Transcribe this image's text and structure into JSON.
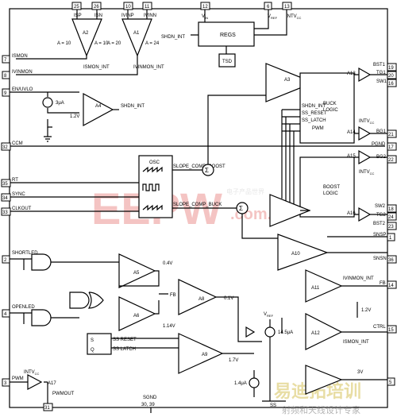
{
  "pins": {
    "p25": "25",
    "p26": "26",
    "p10": "10",
    "p11": "11",
    "p12": "12",
    "p6": "6",
    "p13": "13",
    "p7": "7",
    "p8": "8",
    "p9": "9",
    "p32": "32",
    "p35": "35",
    "p34": "34",
    "p33": "33",
    "p2": "2",
    "p4": "4",
    "p3": "3",
    "p31": "31",
    "p19": "19",
    "p20": "20",
    "p16": "16",
    "p21": "21",
    "p17": "17",
    "p22": "22",
    "p18": "18",
    "p24": "24",
    "p23": "23",
    "p1": "1",
    "p14": "14",
    "p15": "15",
    "p5": "5",
    "p36": "36",
    "p30_39": "30, 39"
  },
  "labels": {
    "isp": "ISP",
    "isn": "ISN",
    "ivinp": "IVINP",
    "ivinn": "IVINN",
    "vin": "V",
    "vin_sub": "IN",
    "vref": "V",
    "vref_sub": "REF",
    "intvcc": "INTV",
    "intvcc_sub": "CC",
    "a2": "A2",
    "a2_gain1": "A = 10",
    "a2_gain2": "A = 10",
    "a1": "A1",
    "a1_gain1": "A = 20",
    "a1_gain2": "A = 24",
    "ismon_int": "ISMON_INT",
    "ivinmon_int": "IVINMON_INT",
    "shdn_int": "SHDN_INT",
    "regs": "REGS",
    "tsd": "TSD",
    "ismon": "ISMON",
    "ivinmon": "IVINMON",
    "en_uvlo": "EN/UVLO",
    "i3ua": "3μA",
    "v12": "1.2V",
    "a4": "A4",
    "a4_out": "SHDN_INT",
    "a3": "A3",
    "ccm": "CCM",
    "rt": "RT",
    "sync": "SYNC",
    "clkout": "CLKOUT",
    "osc": "OSC",
    "slope_boost": "SLOPE_COMP_BOOST",
    "slope_buck": "SLOPE_COMP_BUCK",
    "buck_logic1": "BUCK",
    "buck_logic2": "LOGIC",
    "boost_logic1": "BOOST",
    "boost_logic2": "LOGIC",
    "shdn_int2": "SHDN_INT",
    "ss_reset": "SS_RESET",
    "ss_latch": "SS_LATCH",
    "pwm_sig": "PWM",
    "a13": "A13",
    "a14": "A14",
    "a15": "A15",
    "a16": "A16",
    "bst1": "BST1",
    "tg1": "TG1",
    "sw1": "SW1",
    "bg1": "BG1",
    "pgnd": "PGND",
    "bg2": "BG2",
    "sw2": "SW2",
    "tg2": "TG2",
    "bst2": "BST2",
    "snsp": "SNSP",
    "snsn": "SNSN",
    "a10": "A10",
    "fb": "FB",
    "ctrl": "CTRL",
    "ivinmon_int2": "IVINMON_INT",
    "ismon_int2": "ISMON_INT",
    "a11": "A11",
    "a12": "A12",
    "v12b": "1.2V",
    "shortled": "SHORTLED",
    "openled": "OPENLED",
    "a5": "A5",
    "a6": "A6",
    "v04": "0.4V",
    "v114": "1.14V",
    "fb2": "FB",
    "a8": "A8",
    "v01": "0.1V",
    "a9": "A9",
    "v17": "1.7V",
    "ss_reset2": "SS RESET",
    "ss_latch2": "SS LATCH",
    "q": "Q",
    "s": "S",
    "i145": "14.5μA",
    "i14": "1.4μA",
    "ss": "SS",
    "v3": "3V",
    "pwm": "PWM",
    "a17": "A17",
    "pwmout": "PWMOUT",
    "sgnd": "SGND",
    "plus": "+",
    "minus": "−"
  },
  "watermark": {
    "brand": "EEPW",
    "domain": ".com.cn",
    "cn1": "电子产品世界",
    "cn2": "易迪拓培训",
    "cn3": "射频和天线设计专家"
  }
}
